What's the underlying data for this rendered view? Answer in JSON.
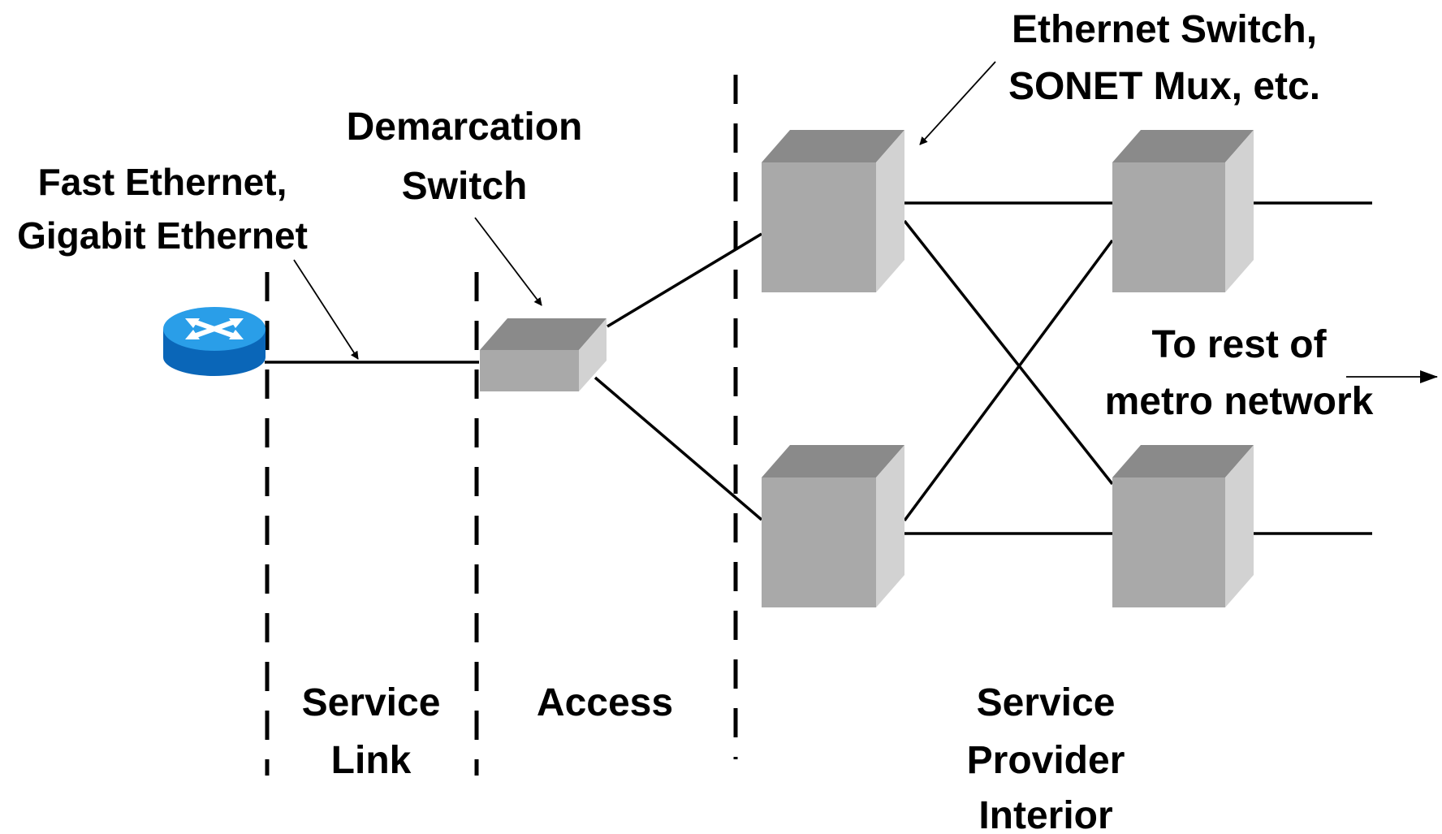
{
  "labels": {
    "fast_ethernet_line1": "Fast Ethernet,",
    "fast_ethernet_line2": "Gigabit Ethernet",
    "demarcation_line1": "Demarcation",
    "demarcation_line2": "Switch",
    "ethernet_switch_line1": "Ethernet Switch,",
    "ethernet_switch_line2": "SONET Mux, etc.",
    "to_rest_line1": "To rest of",
    "to_rest_line2": "metro network"
  },
  "zones": {
    "service_link_line1": "Service",
    "service_link_line2": "Link",
    "access": "Access",
    "interior_line1": "Service",
    "interior_line2": "Provider",
    "interior_line3": "Interior"
  },
  "colors": {
    "router_top": "#2a9ee8",
    "router_side": "#0a66b8",
    "cube_front": "#a9a9a9",
    "cube_top": "#8a8a8a",
    "cube_side": "#d2d2d2"
  },
  "icons": {
    "router": "router-icon",
    "switch": "switch-icon"
  }
}
